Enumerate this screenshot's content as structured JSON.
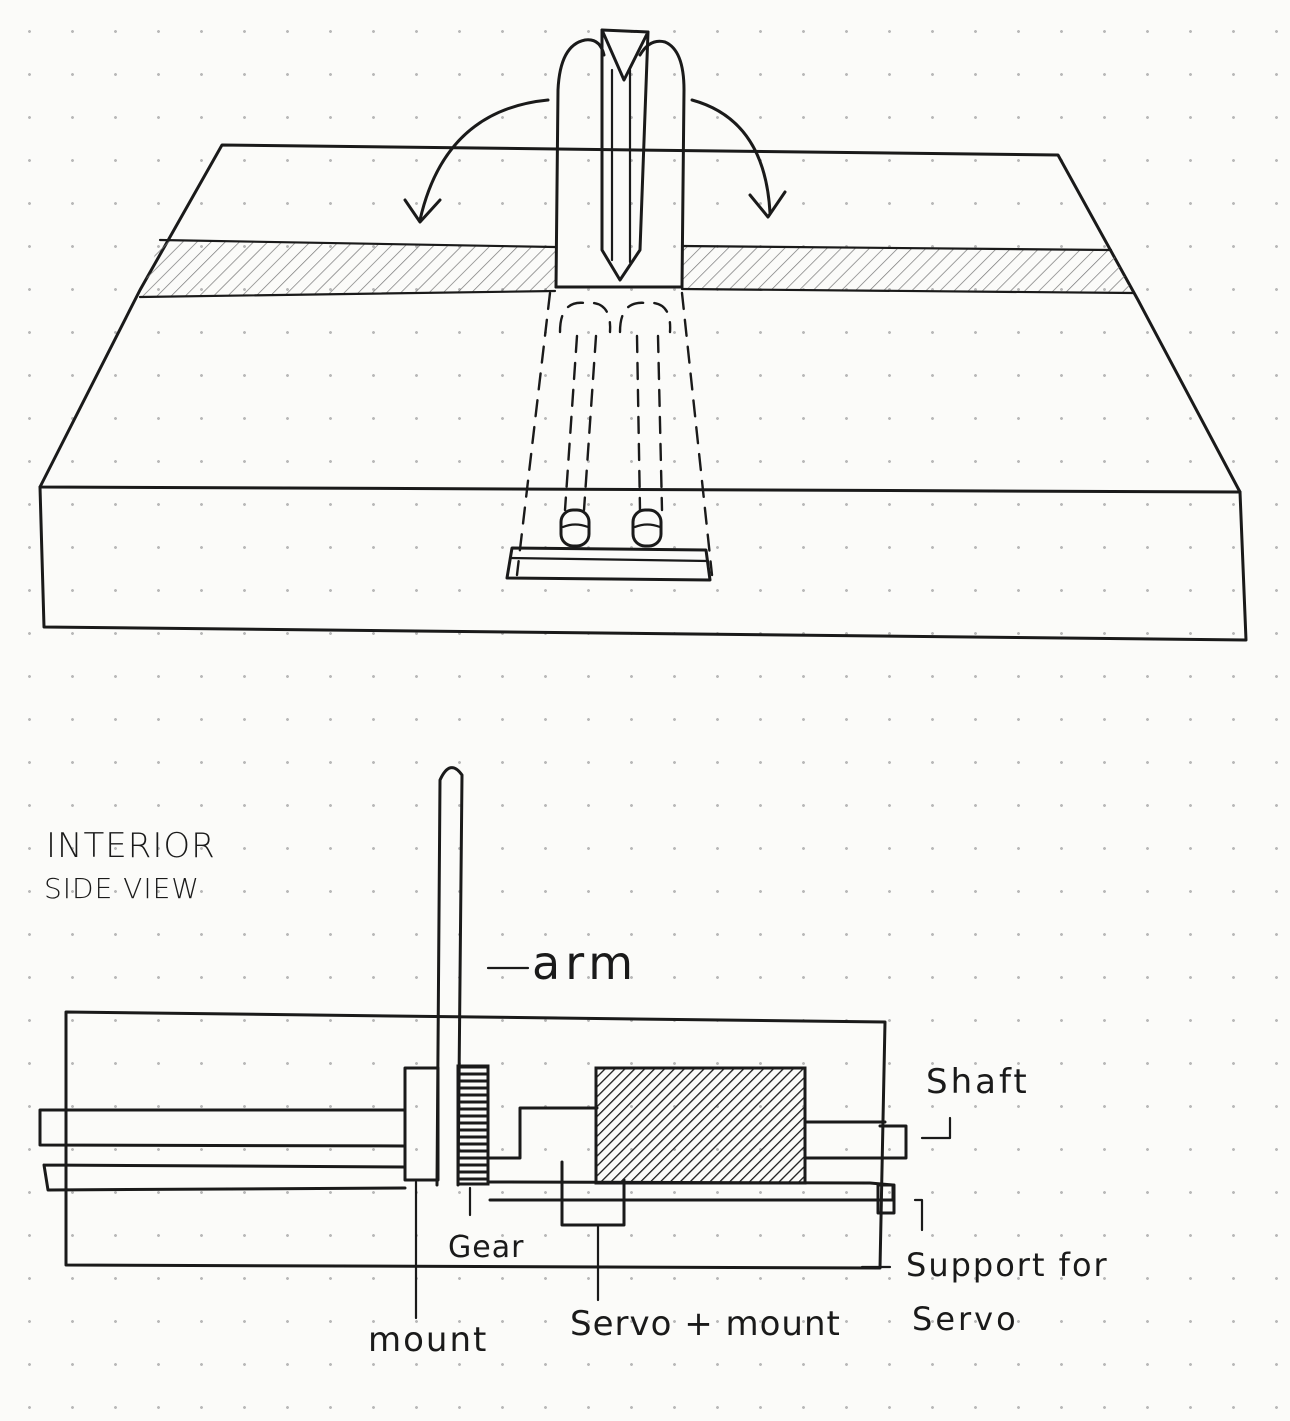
{
  "labels": {
    "title_line1": "INTERIOR",
    "title_line2": "SIDE VIEW",
    "arm": "arm",
    "shaft": "Shaft",
    "gear": "Gear",
    "mount": "mount",
    "servo_mount": "Servo + mount",
    "support_line1": "Support for",
    "support_line2": "Servo"
  },
  "colors": {
    "ink": "#1a1a1a",
    "paper": "#fbfbf9",
    "grid_dot": "#b9b9b9"
  }
}
